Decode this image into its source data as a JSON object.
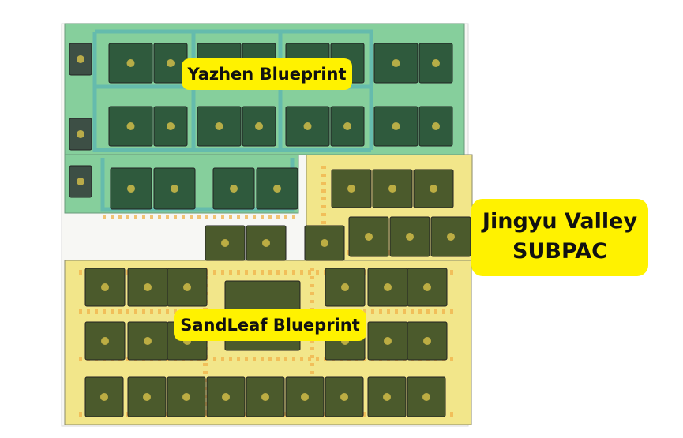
{
  "labels": {
    "yazhen": "Yazhen Blueprint",
    "sandleaf": "SandLeaf Blueprint",
    "jingyu_line1": "Jingyu Valley",
    "jingyu_line2": "SUBPAC"
  },
  "colors": {
    "yazhen_zone": "#7fcf9a",
    "yellow_zone": "#f4e88a",
    "module_dark": "#4b5a2c",
    "module_green": "#2f5a3d",
    "pipe_teal": "#5fb7b0",
    "label_bg": "#fff200"
  }
}
